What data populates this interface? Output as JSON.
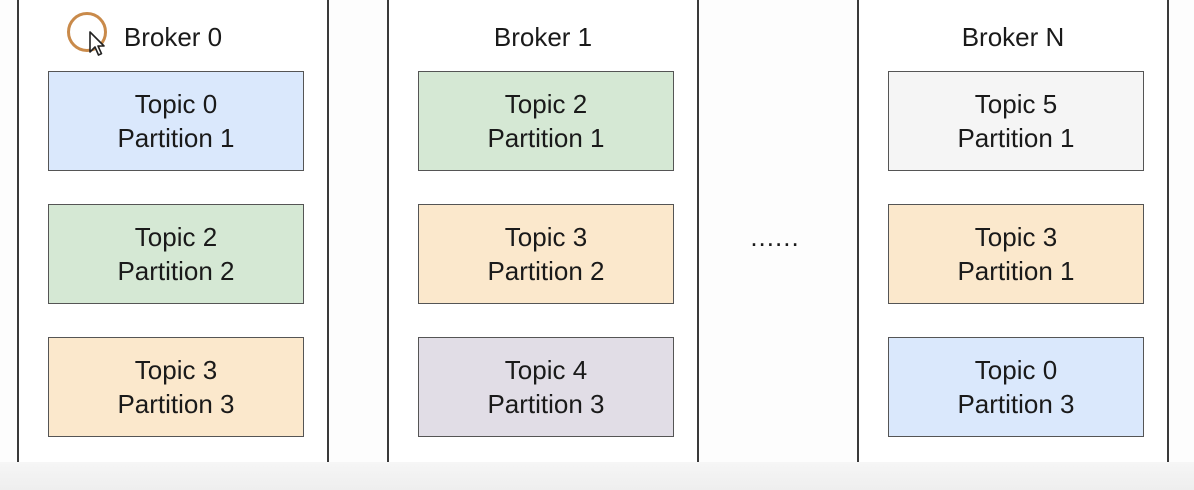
{
  "brokers": [
    {
      "title": "Broker 0",
      "partitions": [
        {
          "topic": "Topic 0",
          "partition": "Partition 1",
          "color": "#dae8fc"
        },
        {
          "topic": "Topic 2",
          "partition": "Partition 2",
          "color": "#d5e8d4"
        },
        {
          "topic": "Topic 3",
          "partition": "Partition 3",
          "color": "#fbe8cc"
        }
      ]
    },
    {
      "title": "Broker 1",
      "partitions": [
        {
          "topic": "Topic 2",
          "partition": "Partition 1",
          "color": "#d5e8d4"
        },
        {
          "topic": "Topic 3",
          "partition": "Partition 2",
          "color": "#fbe8cc"
        },
        {
          "topic": "Topic 4",
          "partition": "Partition 3",
          "color": "#e1dde6"
        }
      ]
    },
    {
      "title": "Broker N",
      "partitions": [
        {
          "topic": "Topic 5",
          "partition": "Partition 1",
          "color": "#f5f5f5"
        },
        {
          "topic": "Topic 3",
          "partition": "Partition 1",
          "color": "#fbe8cc"
        },
        {
          "topic": "Topic 0",
          "partition": "Partition 3",
          "color": "#dae8fc"
        }
      ]
    }
  ],
  "ellipsis": "......",
  "cursor": {
    "icon": "mouse-pointer-icon",
    "highlight": "click-highlight-ring",
    "ring_color": "#c98a4a"
  }
}
